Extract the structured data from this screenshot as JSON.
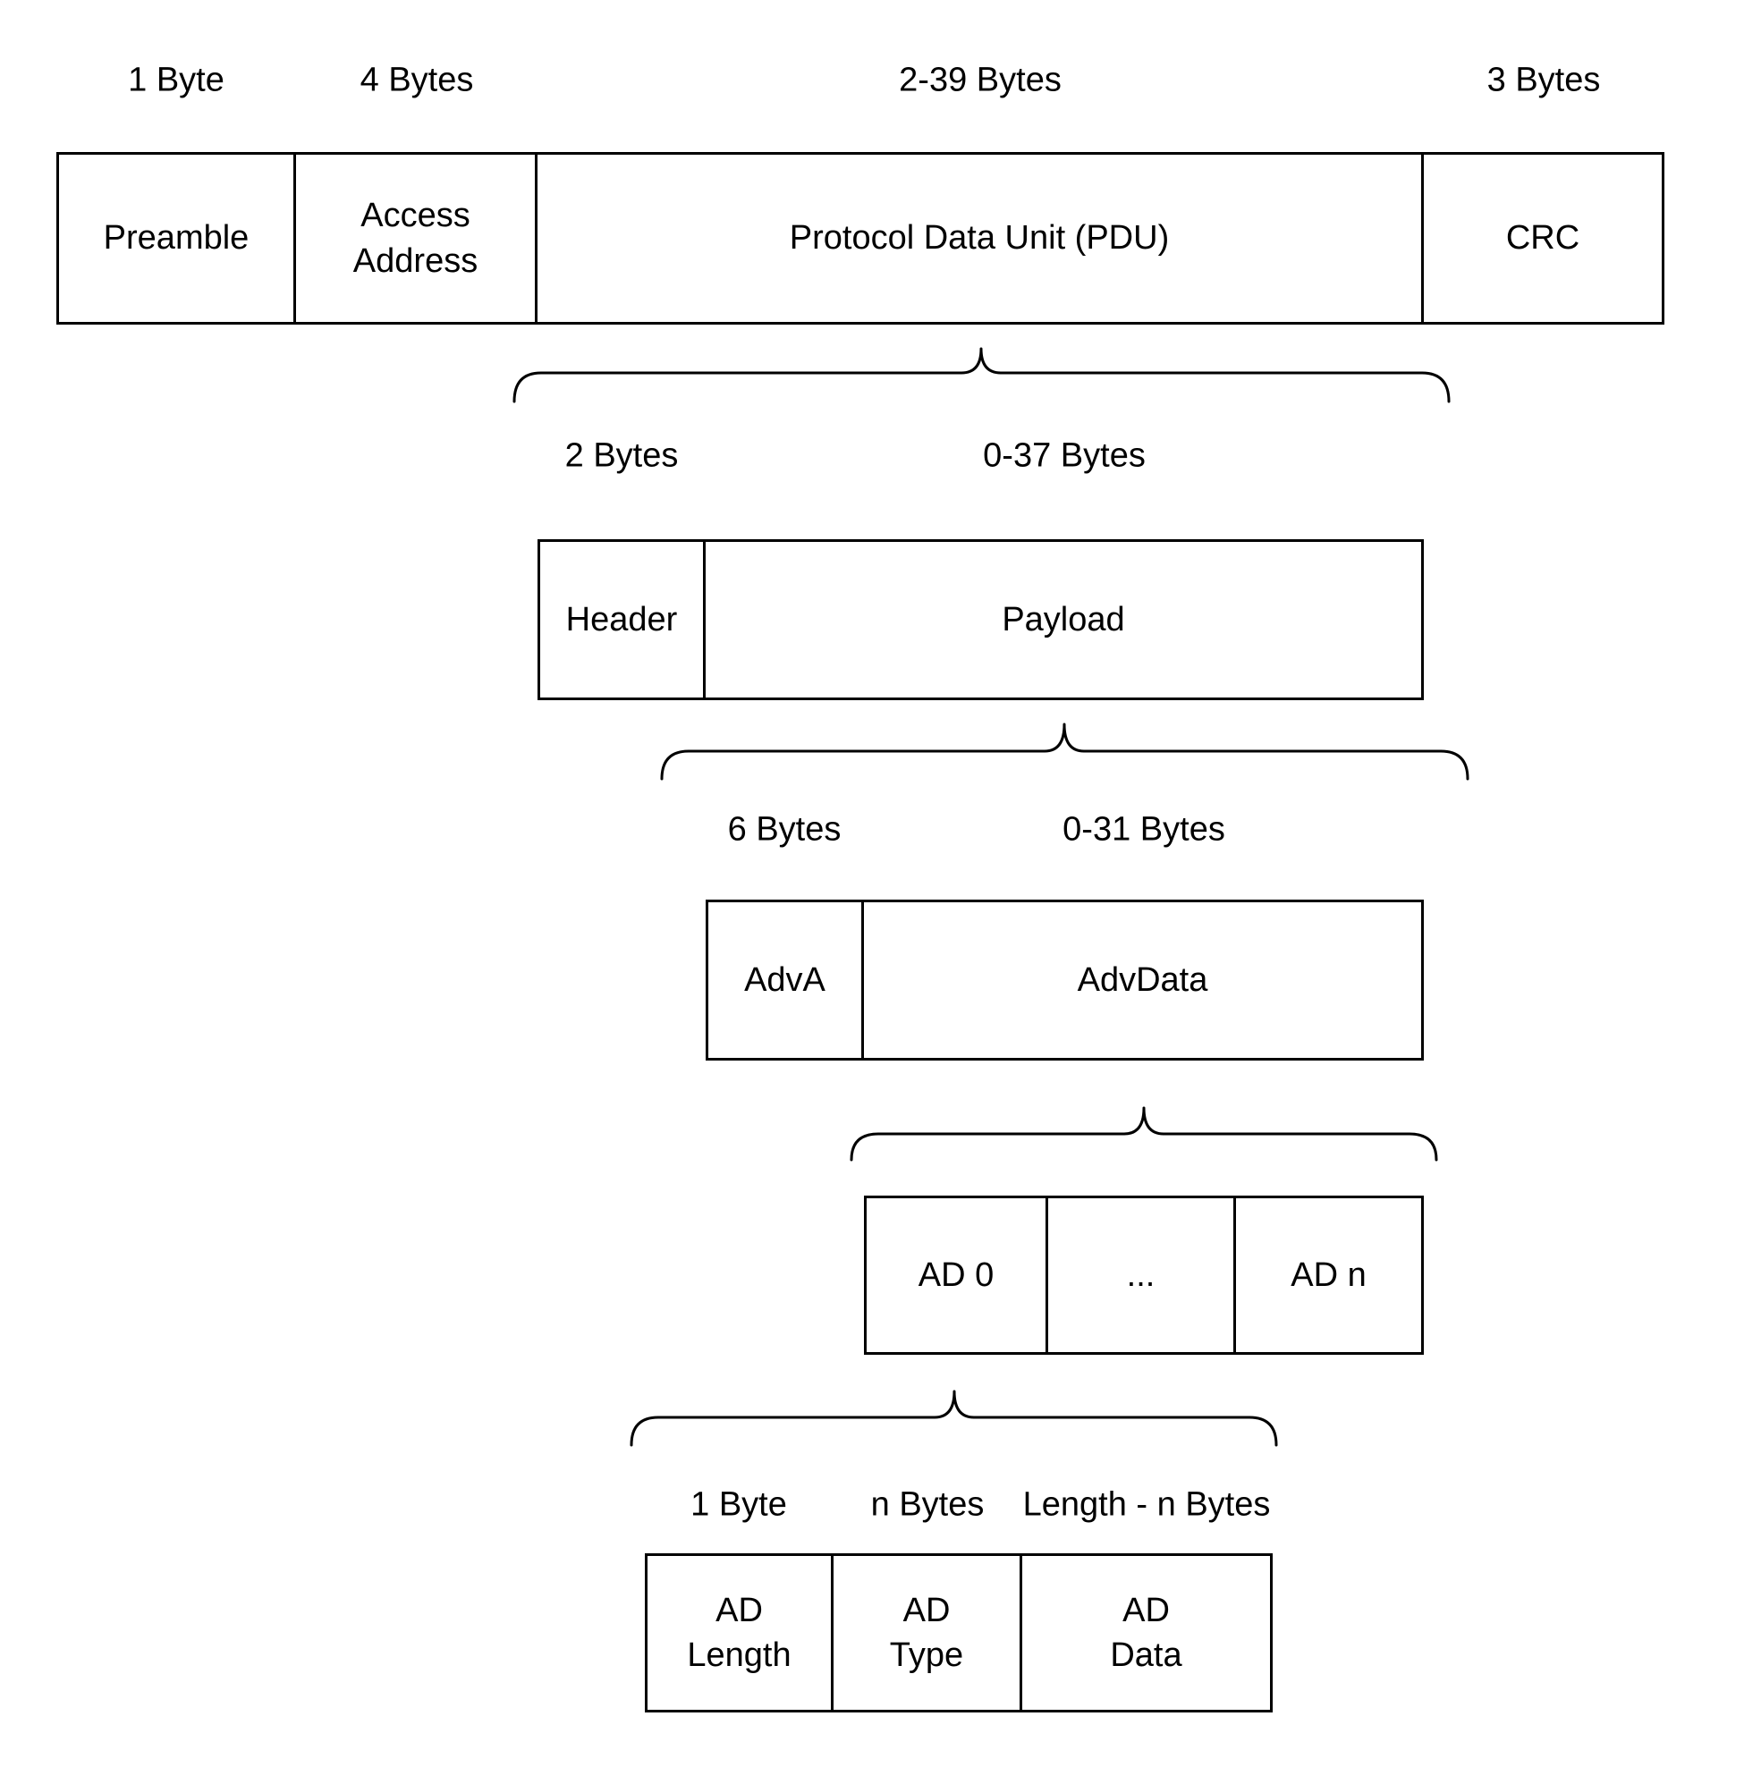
{
  "colors": {
    "background": "#ffffff",
    "stroke": "#000000",
    "text": "#000000"
  },
  "levels": [
    {
      "byte_labels": [
        "1 Byte",
        "4 Bytes",
        "2-39 Bytes",
        "3 Bytes"
      ],
      "fields": [
        "Preamble",
        "Access\nAddress",
        "Protocol Data Unit (PDU)",
        "CRC"
      ]
    },
    {
      "byte_labels": [
        "2 Bytes",
        "0-37 Bytes"
      ],
      "fields": [
        "Header",
        "Payload"
      ]
    },
    {
      "byte_labels": [
        "6 Bytes",
        "0-31 Bytes"
      ],
      "fields": [
        "AdvA",
        "AdvData"
      ]
    },
    {
      "byte_labels": [],
      "fields": [
        "AD 0",
        "...",
        "AD n"
      ]
    },
    {
      "byte_labels": [
        "1 Byte",
        "n Bytes",
        "Length - n Bytes"
      ],
      "fields": [
        "AD\nLength",
        "AD\nType",
        "AD\nData"
      ]
    }
  ]
}
